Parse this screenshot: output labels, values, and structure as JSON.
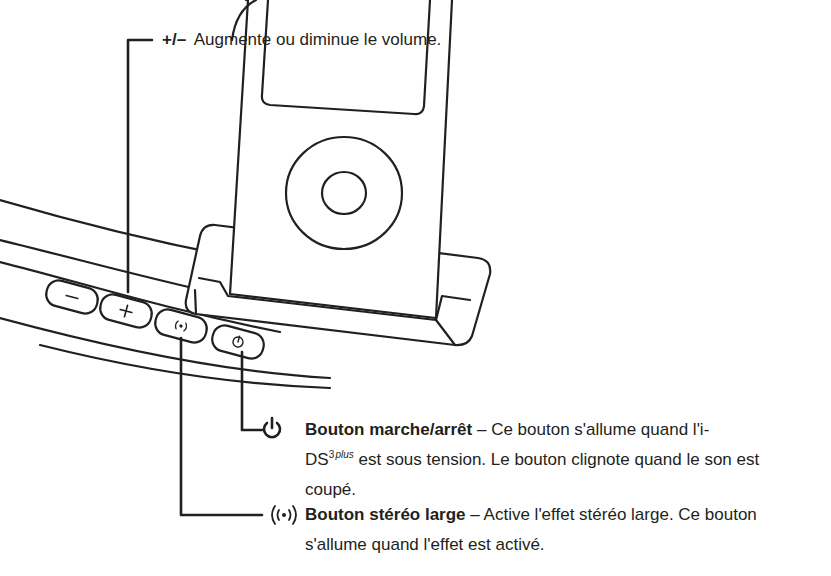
{
  "diagram": {
    "labels": [
      "+/–",
      "Augmente ou diminue le volume.",
      "Bouton marche/arrêt",
      "– Ce bouton s'allume quand l'i-DS",
      "3",
      "plus",
      "est sous tension. Le bouton clignote quand le son est coupé.",
      "Bouton stéréo large",
      "– Active l'effet stéréo large. Ce bouton s'allume quand l'effet est activé."
    ]
  }
}
